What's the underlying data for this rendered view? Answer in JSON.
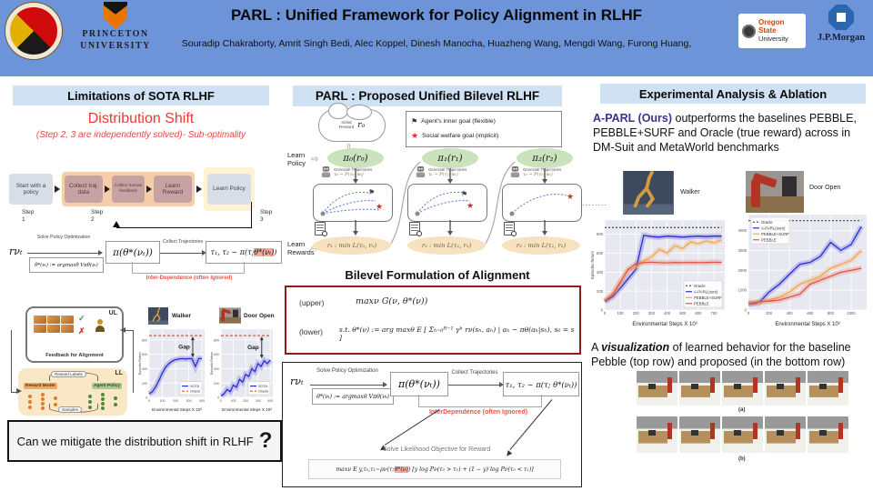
{
  "colors": {
    "header_bg": "#6D93D8",
    "section_bg": "#CFE1F2",
    "red": "#EE3A30",
    "purple": "#3F3090",
    "maroon_border": "#8B1D1D",
    "highlight_pink": "#F4A99F",
    "aparl_blue": "#2b2bd6",
    "pebble_surf_orange": "#f2a24b",
    "pebble_red": "#e25544"
  },
  "icons": {
    "flag": "⚑",
    "star": "★",
    "check": "✓",
    "cross": "✗",
    "question": "?",
    "dots": "........",
    "down_arrow": "⇩",
    "right_arrow": "⇨"
  },
  "header": {
    "title": "PARL : Unified Framework for Policy Alignment in RLHF",
    "authors": "Souradip Chakraborty, Amrit Singh Bedi, Alec Koppel, Dinesh Manocha, Huazheng Wang, Mengdi Wang, Furong Huang,",
    "princeton_line1": "PRINCETON",
    "princeton_line2": "UNIVERSITY",
    "osu_line1": "Oregon State",
    "osu_line2": "University",
    "jpmorgan": "J.P.Morgan"
  },
  "left": {
    "section_title": "Limitations of SOTA RLHF",
    "dist_title": "Distribution Shift",
    "dist_sub": "(Step 2, 3 are independently solved)- Sub-optimality",
    "pipeline": {
      "boxes": [
        "Start with a policy",
        "Collect traj. data",
        "Collect human feedback",
        "Learn Reward",
        "Learn Policy"
      ],
      "steps": [
        "Step\n1",
        "Step\n2",
        "Step\n3"
      ]
    },
    "flow": {
      "r": "rνₜ",
      "solve": "Solve Policy Optimization",
      "argmax": "θ*(νₜ) := argmaxθ Vπθ(νₜ)",
      "pi": "π(θ*(νₜ))",
      "collect": "Collect Trajectories",
      "tau_pre": "τ₁, τ₂ ∼ π(τ; ",
      "tau_hl": "θ*(νₜ)",
      "tau_post": ")",
      "inter": "Inter-Dependence (often Ignored)"
    },
    "framework": {
      "ul": "UL",
      "ll": "LL",
      "feedback": "Feedback for Alignment",
      "reward_model": "Reward Model",
      "agent_policy": "Agent Policy",
      "reward_labels": "Reward Labels",
      "samples": "Samples"
    },
    "question": "Can we mitigate the distribution shift in RLHF"
  },
  "middle": {
    "section_title": "PARL : Proposed Unified  Bilevel RLHF",
    "cloud_text": "Initial\nReward",
    "cloud_math": "r₀",
    "legend": [
      {
        "icon": "flag",
        "label": "Agent's inner goal (flexible)"
      },
      {
        "icon": "star",
        "label": "Social welfare goal (implicit)"
      }
    ],
    "learn_policy": "Learn\nPolicy",
    "learn_rewards": "Learn\nRewards",
    "policies": [
      "π₀(r₀)",
      "π₁(r₁)",
      "π₂(r₂)"
    ],
    "gen": "Generate Trajectories",
    "taus": [
      "τ₀ ∼ P(τ₀; π₀)",
      "τ₁ ∼ P(τ₁; π₁)",
      "τ₂ ∼ P(τ₂; π₂)"
    ],
    "rewards": [
      "r₁ : min L(τ₀, r₀)",
      "r₂ : min L(τ₁, r₁)",
      "r₃ : min L(τ₂, r₂)"
    ],
    "bilevel_title": "Bilevel Formulation of Alignment",
    "upper_label": "(upper)",
    "upper_expr": "maxν     G(ν, θ*(ν))",
    "lower_label": "(lower)",
    "lower_expr": "s.t.  θ*(ν) := arg maxθ E [ Σₕ₌₀ᴴ⁻¹ γʰ rν(sₕ, aₕ) | aₕ ∼ πθ(aₕ|sₕ), s₀ = s ]",
    "flow2": {
      "r": "rνₜ",
      "solve": "Solve Policy Optimization",
      "argmax": "θ*(νₜ) := argmaxθ Vπθ(νₜ)",
      "pi": "π(θ*(νₜ))",
      "collect": "Collect Trajectories",
      "tau": "τ₁, τ₂ ∼ π(τ; θ*(νₜ))",
      "inter": "InterDependence (often Ignored)",
      "lik_label": "Solve Likelihood Objective for Reward",
      "lik_pre": "maxν  E y,τ₀,τ₁∼ρν(τ; ",
      "lik_hl": "θ*(ν)",
      "lik_post": ") [y log Pν(τ₀ > τ₁) + (1 − y) log Pν(τ₀ < τ₁)]"
    }
  },
  "right": {
    "section_title": "Experimental Analysis & Ablation",
    "intro_hl": "A-PARL (Ours)",
    "intro_rest": " outperforms the baselines PEBBLE, PEBBLE+SURF and Oracle (true reward) across in DM-Suit and MetaWorld benchmarks",
    "env1": "Walker",
    "env2": "Door Open",
    "viz_pre": "A ",
    "viz_em": "visualization",
    "viz_post": " of learned behavior for the baseline Pebble (top row) and proposed (in the bottom row)",
    "label_a": "(a)",
    "label_b": "(b)"
  },
  "chart_data": [
    {
      "type": "line",
      "title": "Walker",
      "small": true,
      "x": [
        0,
        25,
        50,
        75,
        100,
        125,
        150,
        175,
        200,
        225,
        250,
        275,
        300,
        325,
        350,
        375,
        400
      ],
      "xlim": [
        0,
        420
      ],
      "ylim": [
        0,
        950
      ],
      "xticks": [
        0,
        100,
        200,
        300,
        400
      ],
      "yticks": [
        0,
        200,
        400,
        600,
        800
      ],
      "xlabel": "Environmental Steps X 10³",
      "ylabel": "Episodic Return",
      "legend_pos": "br",
      "series": [
        {
          "name": "SOTA",
          "color": "#2b2bd6",
          "band": true,
          "values": [
            50,
            80,
            150,
            240,
            340,
            420,
            470,
            505,
            525,
            535,
            540,
            535,
            540,
            538,
            430,
            540,
            540
          ]
        },
        {
          "name": "Oracle",
          "color": "#e05050",
          "dash": "3 2",
          "values": [
            860,
            860,
            860,
            860,
            860,
            860,
            860,
            860,
            860,
            860,
            860,
            860,
            860,
            860,
            860,
            860,
            860
          ]
        }
      ],
      "annotation": {
        "label": "Gap",
        "x": 330,
        "y_from": 860,
        "y_to": 545
      }
    },
    {
      "type": "line",
      "title": "Door Open",
      "small": true,
      "x": [
        0,
        25,
        50,
        75,
        100,
        125,
        150,
        175,
        200,
        225,
        250,
        275,
        300,
        325,
        350,
        375,
        400
      ],
      "xlim": [
        0,
        420
      ],
      "ylim": [
        0,
        950
      ],
      "xticks": [
        0,
        100,
        200,
        300,
        400
      ],
      "yticks": [
        0,
        200,
        400,
        600,
        800
      ],
      "xlabel": "Environmental Steps X 10³",
      "ylabel": "Episodic Return",
      "legend_pos": "br",
      "series": [
        {
          "name": "SOTA",
          "color": "#2b2bd6",
          "band": true,
          "values": [
            20,
            50,
            110,
            80,
            170,
            140,
            250,
            210,
            320,
            290,
            400,
            360,
            470,
            430,
            510,
            470,
            520
          ]
        },
        {
          "name": "Oracle",
          "color": "#e05050",
          "dash": "3 2",
          "values": [
            860,
            860,
            860,
            860,
            860,
            860,
            860,
            860,
            860,
            860,
            860,
            860,
            860,
            860,
            860,
            860,
            860
          ]
        }
      ],
      "annotation": {
        "label": "Gap",
        "x": 330,
        "y_from": 860,
        "y_to": 530
      }
    },
    {
      "type": "line",
      "title": "Walker",
      "x": [
        0,
        50,
        100,
        150,
        200,
        250,
        300,
        350,
        400,
        450,
        500,
        550,
        600,
        650,
        700,
        750
      ],
      "xlim": [
        0,
        770
      ],
      "ylim": [
        0,
        950
      ],
      "xticks": [
        0,
        100,
        200,
        300,
        400,
        500,
        600,
        700
      ],
      "yticks": [
        0,
        200,
        400,
        600,
        800
      ],
      "xlabel": "Environmental Steps X 10³",
      "ylabel": "Episodes Return",
      "legend_pos": "br",
      "series": [
        {
          "name": "Oracle",
          "color": "#555555",
          "dash": "2 2",
          "values": [
            870,
            870,
            870,
            870,
            870,
            870,
            870,
            870,
            870,
            870,
            870,
            870,
            870,
            870,
            870,
            870
          ]
        },
        {
          "name": "A-PARL(ours)",
          "color": "#2b2bd6",
          "band": true,
          "values": [
            90,
            140,
            230,
            330,
            430,
            790,
            775,
            770,
            780,
            775,
            770,
            775,
            780,
            775,
            780,
            780
          ]
        },
        {
          "name": "PEBBLE+SURF",
          "color": "#f2a24b",
          "band": true,
          "values": [
            100,
            170,
            300,
            420,
            450,
            520,
            560,
            640,
            600,
            680,
            650,
            720,
            700,
            730,
            710,
            740
          ]
        },
        {
          "name": "PEBBLE",
          "color": "#e25544",
          "band": true,
          "values": [
            95,
            160,
            290,
            430,
            490,
            500,
            505,
            500,
            498,
            502,
            500,
            503,
            500,
            502,
            505,
            503
          ]
        }
      ]
    },
    {
      "type": "line",
      "title": "Door Open",
      "x": [
        0,
        100,
        200,
        300,
        400,
        500,
        600,
        700,
        800,
        900,
        1000,
        1100
      ],
      "xlim": [
        0,
        1150
      ],
      "ylim": [
        0,
        4800
      ],
      "xticks": [
        0,
        200,
        400,
        600,
        800,
        1000
      ],
      "yticks": [
        0,
        1000,
        2000,
        3000,
        4000
      ],
      "xlabel": "Environmental Steps X 10³",
      "ylabel": "",
      "legend_pos": "tl",
      "series": [
        {
          "name": "Oracle",
          "color": "#555555",
          "dash": "2 2",
          "values": [
            4500,
            4500,
            4500,
            4500,
            4500,
            4500,
            4500,
            4500,
            4500,
            4500,
            4500,
            4500
          ]
        },
        {
          "name": "A-PARL(ours)",
          "color": "#2b2bd6",
          "band": true,
          "values": [
            300,
            350,
            900,
            1300,
            1800,
            2300,
            2400,
            2700,
            3400,
            3000,
            3300,
            4200
          ]
        },
        {
          "name": "PEBBLE+SURF",
          "color": "#f2a24b",
          "band": true,
          "values": [
            450,
            350,
            500,
            650,
            900,
            1300,
            1500,
            1700,
            2100,
            2300,
            2500,
            3000
          ]
        },
        {
          "name": "PEBBLE",
          "color": "#e25544",
          "band": true,
          "values": [
            300,
            420,
            450,
            500,
            650,
            800,
            1300,
            1500,
            1700,
            1900,
            2000,
            2100
          ]
        }
      ]
    }
  ]
}
